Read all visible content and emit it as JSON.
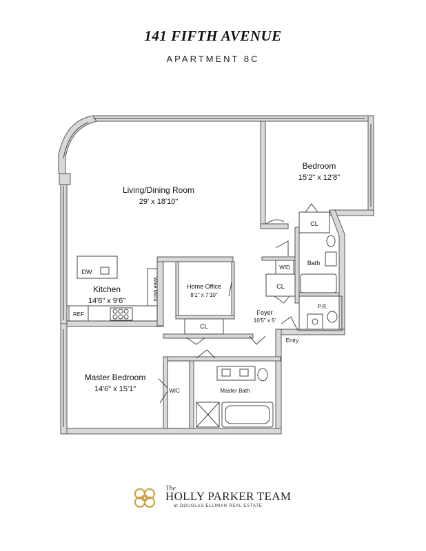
{
  "header": {
    "title": "141 FIFTH AVENUE",
    "subtitle": "APARTMENT 8C"
  },
  "rooms": {
    "living": {
      "name": "Living/Dining Room",
      "size": "29' x 18'10\""
    },
    "bedroom": {
      "name": "Bedroom",
      "size": "15'2\" x 12'8\""
    },
    "kitchen": {
      "name": "Kitchen",
      "size": "14'6\" x 9'6\""
    },
    "office": {
      "name": "Home Office",
      "size": "8'1\" x 7'10\""
    },
    "foyer": {
      "name": "Foyer",
      "size": "10'5\" x 5'"
    },
    "master": {
      "name": "Master Bedroom",
      "size": "14'6\" x 15'1\""
    }
  },
  "fixtures": {
    "dw": "DW",
    "ref": "REF",
    "wine_micro": "Wine Micro",
    "wd": "W/D",
    "bath": "Bath",
    "cl_bedroom": "CL",
    "cl_foyer": "CL",
    "cl_office": "CL",
    "pr": "P.R.",
    "entry": "Entry",
    "wic": "WIC",
    "master_bath": "Master Bath"
  },
  "footer": {
    "the": "The",
    "team": "HOLLY PARKER TEAM",
    "brokerage": "at DOUGLAS ELLIMAN REAL ESTATE"
  },
  "colors": {
    "wall": "#d9d9d9",
    "logo_gold": "#c9a24a"
  }
}
